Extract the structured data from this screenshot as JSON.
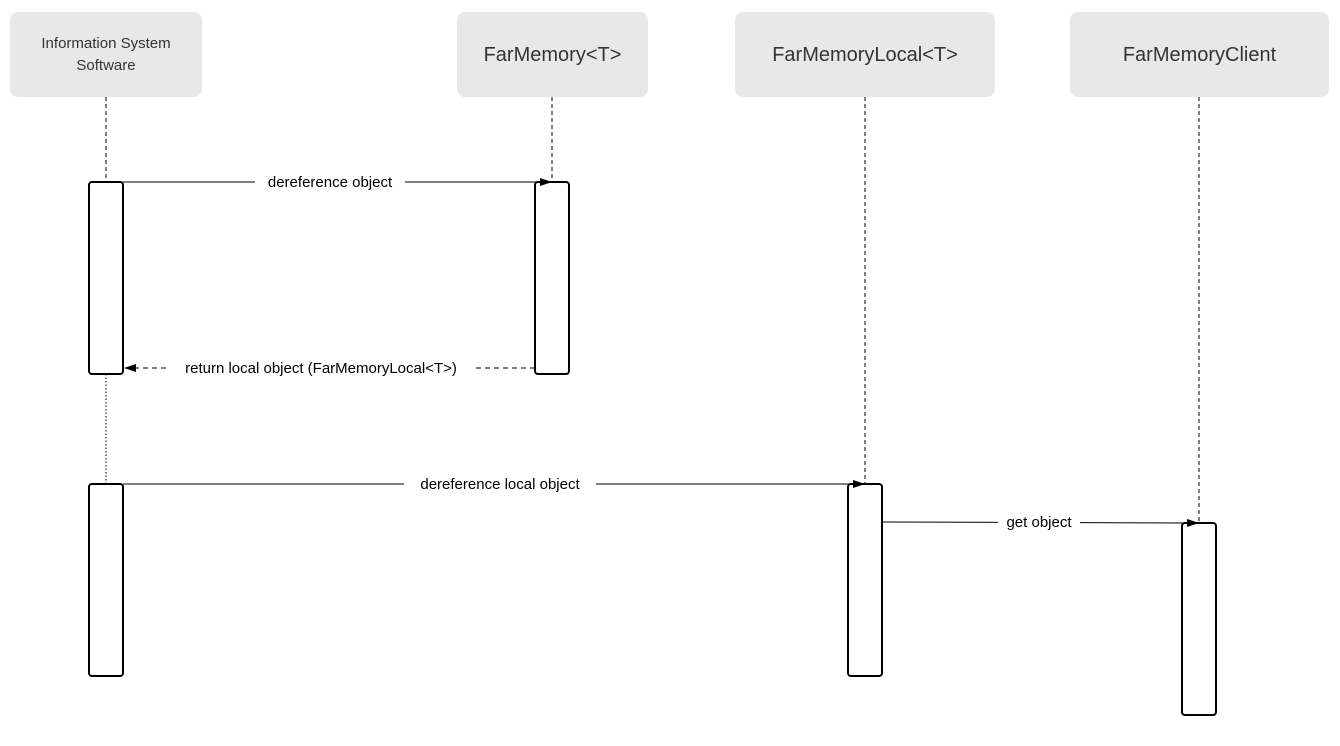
{
  "participants": [
    {
      "id": "iss",
      "label": "Information System\nSoftware"
    },
    {
      "id": "fm",
      "label": "FarMemory<T>"
    },
    {
      "id": "fml",
      "label": "FarMemoryLocal<T>"
    },
    {
      "id": "fmc",
      "label": "FarMemoryClient"
    }
  ],
  "messages": [
    {
      "label": "dereference object",
      "from": "iss",
      "to": "fm",
      "style": "solid"
    },
    {
      "label": "return local object (FarMemoryLocal<T>)",
      "from": "fm",
      "to": "iss",
      "style": "dashed"
    },
    {
      "label": "dereference local object",
      "from": "iss",
      "to": "fml",
      "style": "solid"
    },
    {
      "label": "get object",
      "from": "fml",
      "to": "fmc",
      "style": "solid"
    }
  ],
  "colors": {
    "participant_fill": "#e8e8e8",
    "participant_text": "#333333",
    "line": "#000000"
  }
}
